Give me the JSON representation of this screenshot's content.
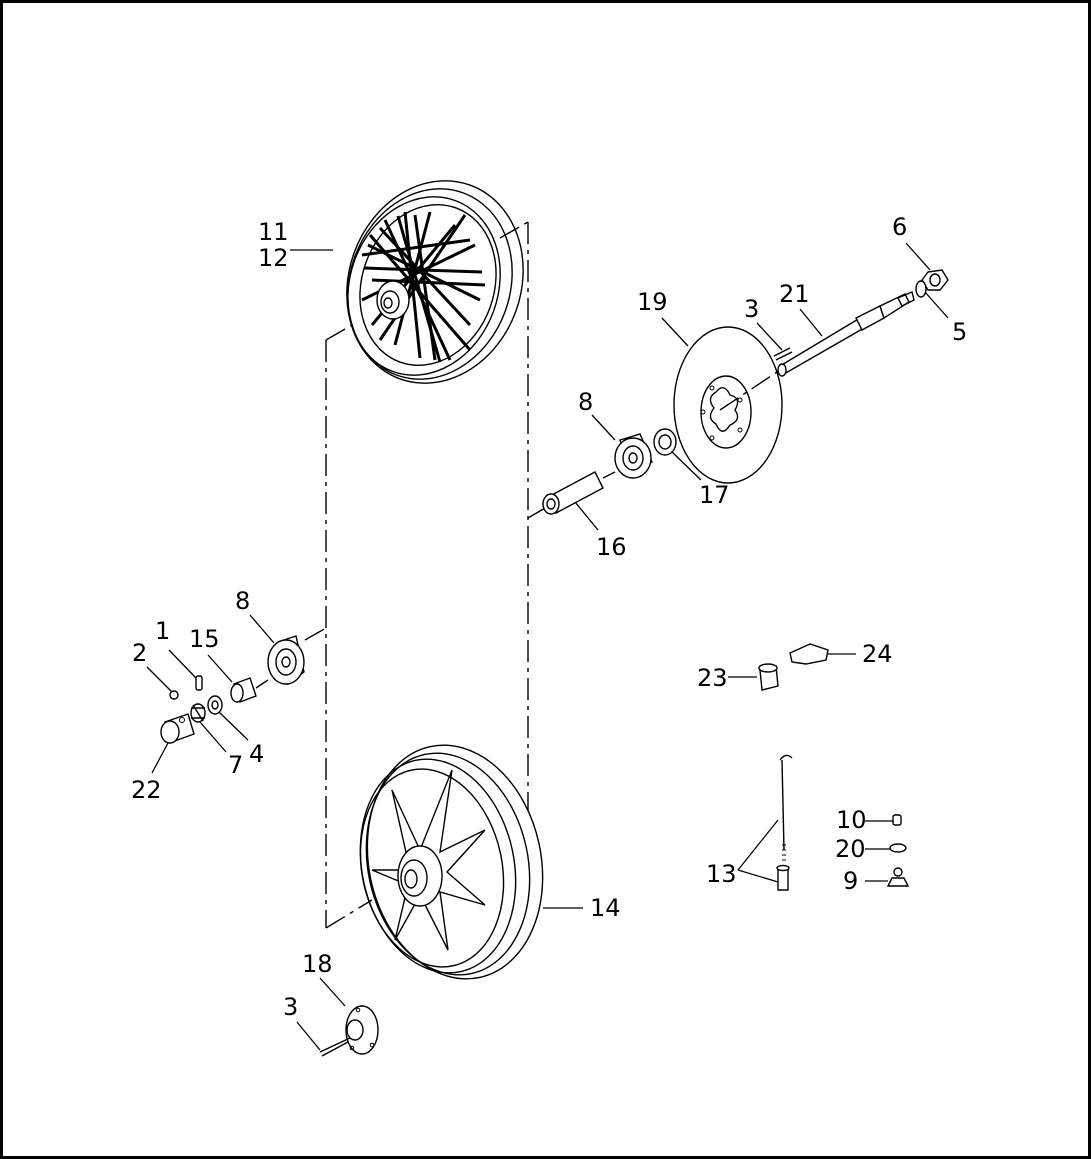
{
  "callouts": {
    "c1": "1",
    "c2": "2",
    "c3a": "3",
    "c3b": "3",
    "c4": "4",
    "c5": "5",
    "c6": "6",
    "c7": "7",
    "c8a": "8",
    "c8b": "8",
    "c9": "9",
    "c10": "10",
    "c11": "11",
    "c12": "12",
    "c13": "13",
    "c14": "14",
    "c15": "15",
    "c16": "16",
    "c17": "17",
    "c18": "18",
    "c19": "19",
    "c20": "20",
    "c21": "21",
    "c22": "22",
    "c23": "23",
    "c24": "24"
  }
}
